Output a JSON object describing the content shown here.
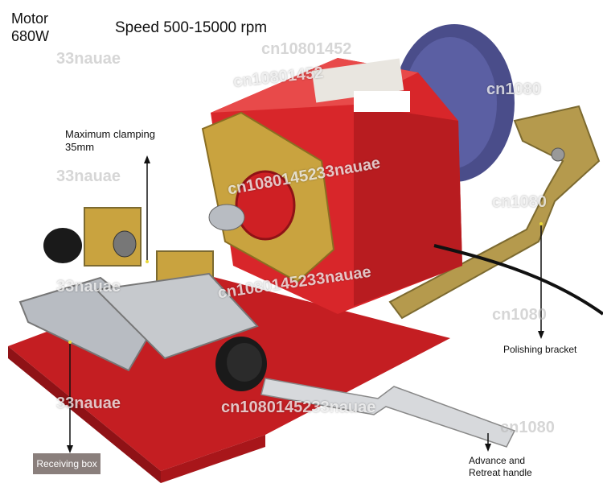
{
  "labels": {
    "motor_line1": "Motor",
    "motor_line2": "680W",
    "speed": "Speed 500-15000 rpm",
    "clamp_line1": "Maximum clamping",
    "clamp_line2": "35mm",
    "polishing": "Polishing bracket",
    "receiving": "Receiving box",
    "advance_line1": "Advance and",
    "advance_line2": "Retreat handle"
  },
  "watermarks": [
    "33nauae",
    "cn10801452",
    "33nauae",
    "cn10801452",
    "cn1080145233nauae",
    "cn1080",
    "33nauae",
    "cn1080145233nauae",
    "cn1080",
    "cn1080",
    "33nauae",
    "cn1080145233nauae",
    "cn1080"
  ],
  "colors": {
    "body_red": "#d8262a",
    "dark_red": "#a8161a",
    "brass": "#c9a33f",
    "steel": "#b8bcc2",
    "disc": "#4a4d8a",
    "knob": "#1a1a1a"
  }
}
